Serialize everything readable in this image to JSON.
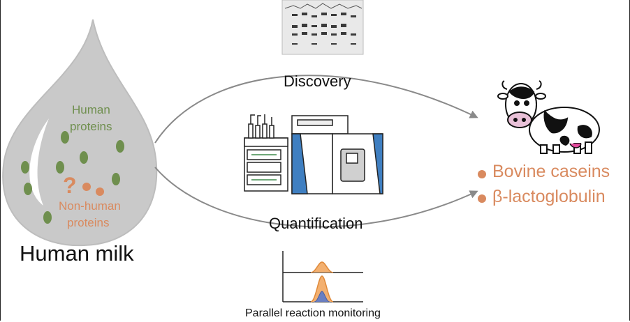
{
  "drop": {
    "human_proteins_label_line1": "Human",
    "human_proteins_label_line2": "proteins",
    "question_mark": "?",
    "nonhuman_label_line1": "Non-human",
    "nonhuman_label_line2": "proteins",
    "caption": "Human milk"
  },
  "arrows": {
    "top_label": "Discovery",
    "bottom_label": "Quantification"
  },
  "results": {
    "item1": "Bovine caseins",
    "item2": "β-lactoglobulin"
  },
  "prm": {
    "caption": "Parallel reaction monitoring"
  },
  "colors": {
    "green": "#6f8f4e",
    "orange": "#d98a5f",
    "drop_fill": "#c9c9c9",
    "arrow": "#8a8a8a",
    "ms_blue": "#3f7fc1"
  }
}
